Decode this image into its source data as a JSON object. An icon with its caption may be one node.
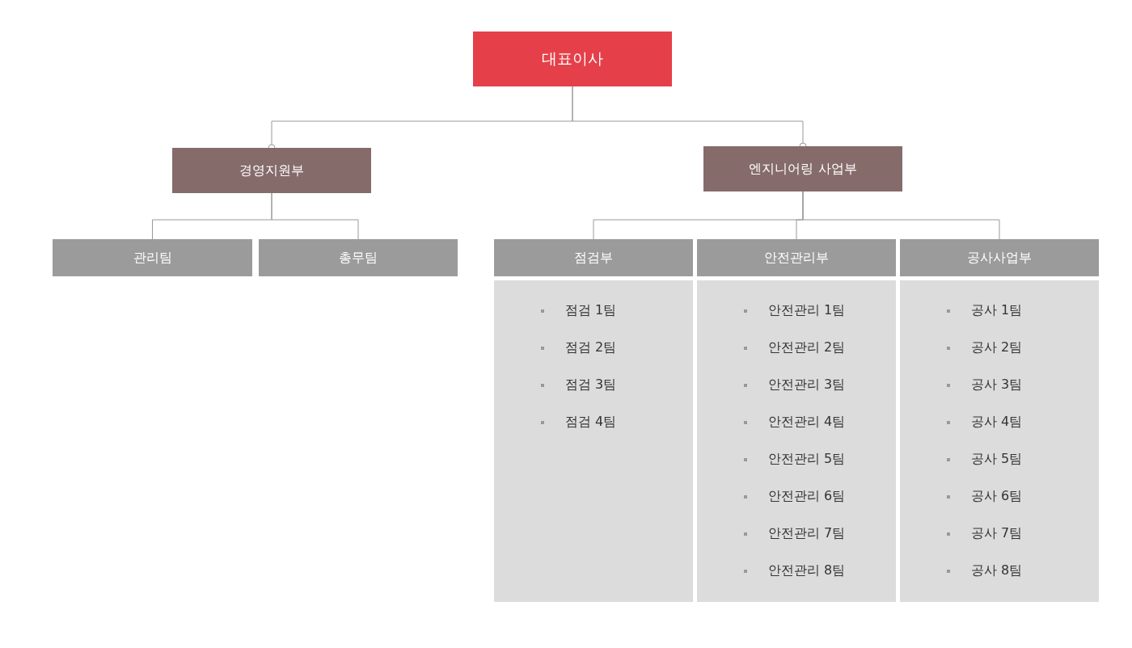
{
  "diagram": {
    "nodes": [
      {
        "text": [
          "대표이사"
        ]
      },
      {
        "text": [
          "경영지원부"
        ]
      },
      {
        "text": [
          "엔지니어링 사업부"
        ]
      },
      {
        "text": [
          "관리팀"
        ]
      },
      {
        "text": [
          "총무팀"
        ]
      },
      {
        "text": [
          "점검부"
        ]
      },
      {
        "text": [
          "안전관리부"
        ]
      },
      {
        "text": [
          "공사사업부"
        ]
      },
      {
        "text": [
          "점검 1팀",
          "점검 2팀",
          "점검 3팀",
          "점검 4팀"
        ]
      },
      {
        "text": [
          "안전관리 1팀",
          "안전관리 2팀",
          "안전관리 3팀",
          "안전관리 4팀",
          "안전관리 5팀",
          "안전관리 6팀",
          "안전관리 7팀",
          "안전관리 8팀"
        ]
      },
      {
        "text": [
          "공사 1팀",
          "공사 2팀",
          "공사 3팀",
          "공사 4팀",
          "공사 5팀",
          "공사 6팀",
          "공사 7팀",
          "공사 8팀"
        ]
      }
    ],
    "edges": [
      {
        "from": 0,
        "to": 1,
        "arrow": "other"
      },
      {
        "from": 0,
        "to": 2,
        "arrow": "other"
      },
      {
        "from": 1,
        "to": 3,
        "arrow": "none"
      },
      {
        "from": 1,
        "to": 4,
        "arrow": "none"
      },
      {
        "from": 2,
        "to": 5,
        "arrow": "none"
      },
      {
        "from": 2,
        "to": 6,
        "arrow": "none"
      },
      {
        "from": 2,
        "to": 7,
        "arrow": "none"
      }
    ]
  }
}
